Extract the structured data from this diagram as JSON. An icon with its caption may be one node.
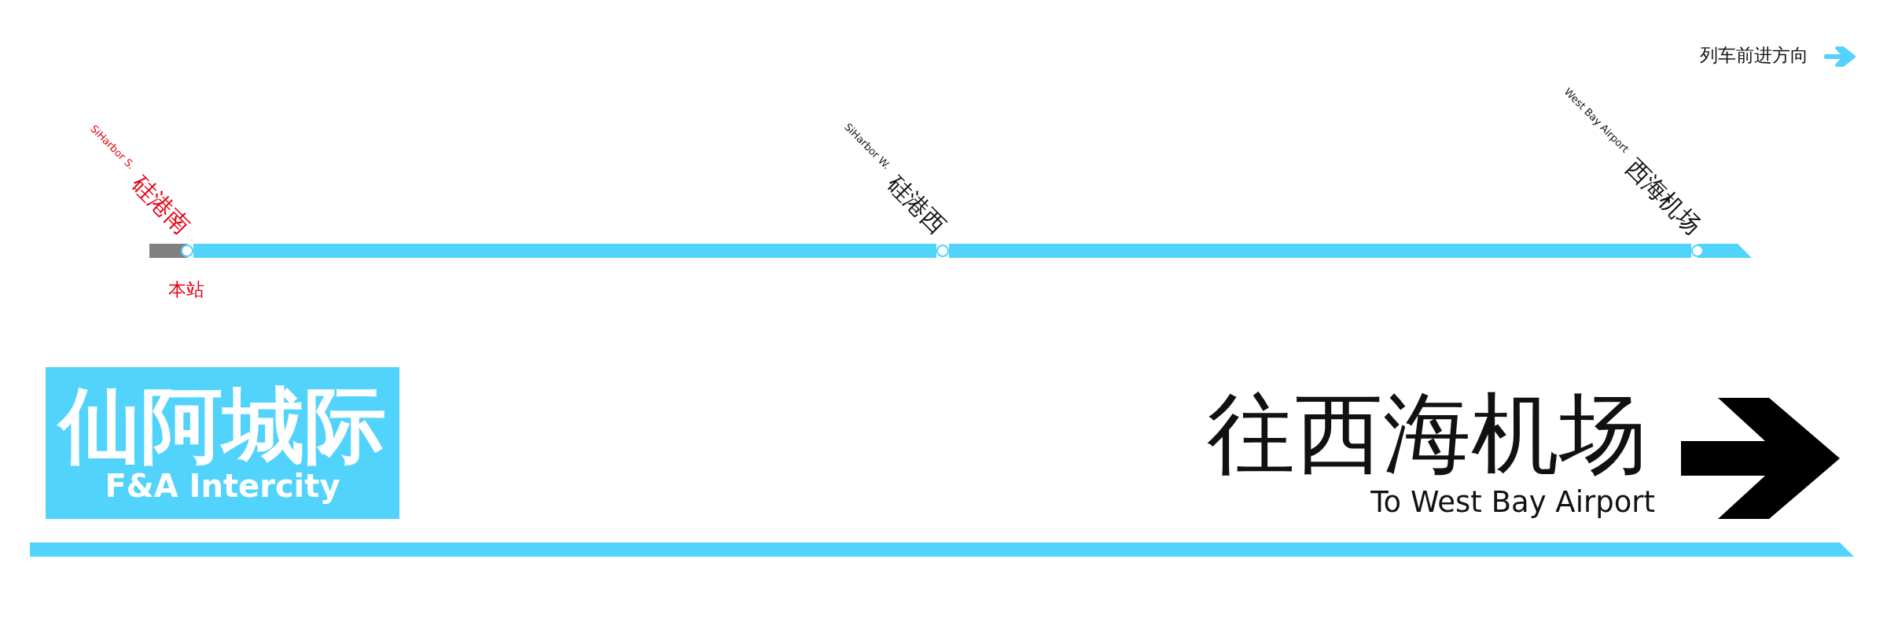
{
  "diagram": {
    "nodes": [
      {
        "text": [
          "硅港南",
          "SiHarbor S."
        ],
        "beside": [
          "本站"
        ]
      },
      {
        "text": [
          "硅港西",
          "SiHarbor W."
        ]
      },
      {
        "text": [
          "西海机场",
          "West Bay Airport"
        ]
      },
      {
        "text": [
          "仙阿城际",
          "F&A Intercity"
        ]
      }
    ],
    "edges": [
      {
        "from": 0,
        "to": 1,
        "arrow": "none"
      },
      {
        "from": 1,
        "to": 2,
        "arrow": "none"
      }
    ],
    "labels": [
      "列车前进方向",
      "往西海机场",
      "To West Bay Airport"
    ]
  }
}
